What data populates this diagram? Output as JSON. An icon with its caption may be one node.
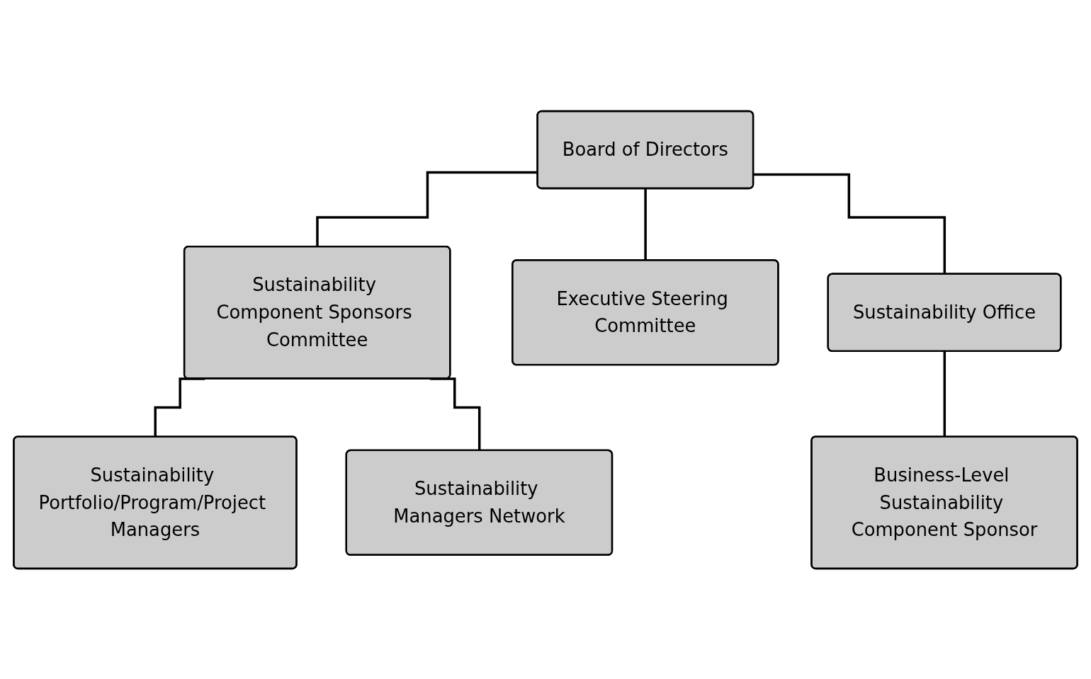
{
  "diagram": {
    "nodes": [
      {
        "text": [
          "Board of Directors"
        ]
      },
      {
        "text": [
          "Sustainability Component Sponsors Committee"
        ]
      },
      {
        "text": [
          "Executive Steering Committee"
        ]
      },
      {
        "text": [
          "Sustainability Office"
        ]
      },
      {
        "text": [
          "Sustainability Portfolio/Program/Project Managers"
        ]
      },
      {
        "text": [
          "Sustainability Managers Network"
        ]
      },
      {
        "text": [
          "Business-Level Sustainability Component Sponsor"
        ]
      }
    ],
    "edges": [
      {
        "from": 0,
        "to": 1,
        "arrow": "none"
      },
      {
        "from": 0,
        "to": 2,
        "arrow": "none"
      },
      {
        "from": 0,
        "to": 3,
        "arrow": "none"
      },
      {
        "from": 1,
        "to": 4,
        "arrow": "none"
      },
      {
        "from": 1,
        "to": 5,
        "arrow": "none"
      },
      {
        "from": 3,
        "to": 6,
        "arrow": "none"
      }
    ]
  }
}
